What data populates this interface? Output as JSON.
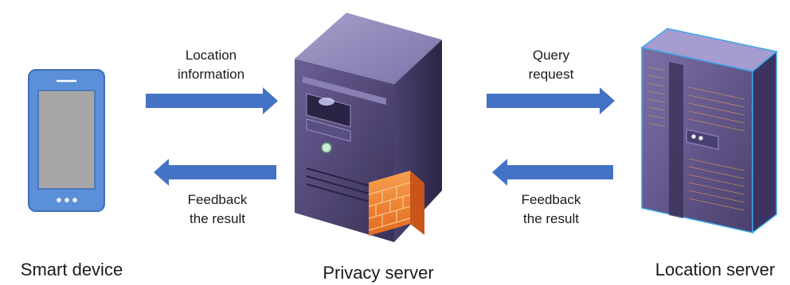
{
  "nodes": {
    "smart_device": {
      "label": "Smart device"
    },
    "privacy_server": {
      "label": "Privacy server"
    },
    "location_server": {
      "label": "Location server"
    }
  },
  "arrows": {
    "device_to_privacy": {
      "label_line1": "Location",
      "label_line2": "information"
    },
    "privacy_to_location": {
      "label_line1": "Query",
      "label_line2": "request"
    },
    "privacy_to_device": {
      "label_line1": "Feedback",
      "label_line2": "the result"
    },
    "location_to_privacy": {
      "label_line1": "Feedback",
      "label_line2": "the result"
    }
  },
  "colors": {
    "arrow": "#4472c4",
    "phone_body": "#5b8fd8",
    "phone_screen": "#a6a6a6",
    "server_front": "#4a3f6b",
    "server_top": "#8c82b4",
    "firewall": "#f08030"
  }
}
